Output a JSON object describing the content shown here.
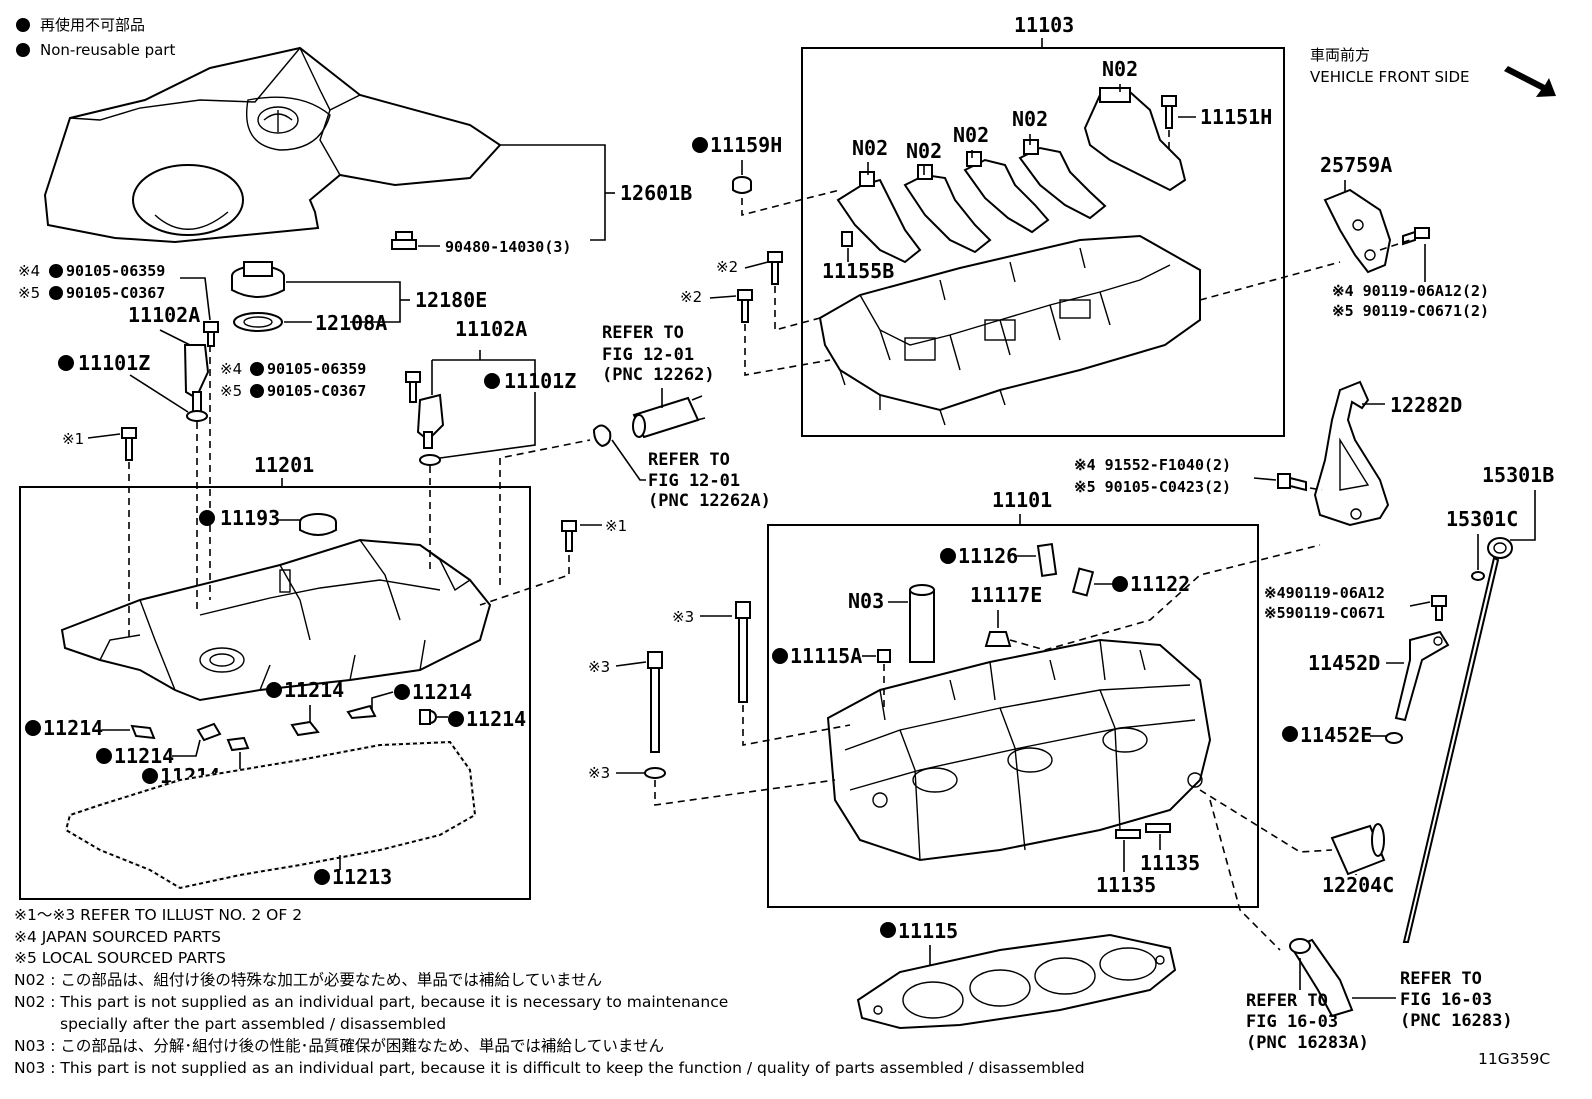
{
  "legend": {
    "non_reusable_jp": "再使用不可部品",
    "non_reusable_en": "Non-reusable part",
    "front_jp": "車両前方",
    "front_en": "VEHICLE FRONT SIDE"
  },
  "boxes": {
    "head_cover_box_label": "11103",
    "cylinder_head_cover_box_label": "11201",
    "cylinder_head_box_label": "11101"
  },
  "parts": {
    "p12601B": "12601B",
    "p90480": "90480-14030(3)",
    "p12180E": "12180E",
    "p12108A": "12108A",
    "p11102A_left": "11102A",
    "p11102A_right": "11102A",
    "p11101Z_left": "11101Z",
    "p11101Z_right": "11101Z",
    "p90105_06359_left": "※4",
    "p90105_06359_left_no": "90105-06359",
    "p90105_C0367_left": "※5",
    "p90105_C0367_left_no": "90105-C0367",
    "p90105_06359_mid": "※4",
    "p90105_06359_mid_no": "90105-06359",
    "p90105_C0367_mid": "※5",
    "p90105_C0367_mid_no": "90105-C0367",
    "mark1_a": "※1",
    "mark1_b": "※1",
    "p11193": "11193",
    "p11214_a": "11214",
    "p11214_b": "11214",
    "p11214_c": "11214",
    "p11214_d": "11214",
    "p11214_e": "11214",
    "p11214_f": "11214",
    "p11213": "11213",
    "p11159H": "11159H",
    "mark2_a": "※2",
    "mark2_b": "※2",
    "p11155B": "11155B",
    "n02_a": "N02",
    "n02_b": "N02",
    "n02_c": "N02",
    "n02_d": "N02",
    "n02_e": "N02",
    "p11151H": "11151H",
    "p25759A": "25759A",
    "p90119_06A12_2": "※4 90119-06A12(2)",
    "p90119_C0671_2": "※5 90119-C0671(2)",
    "p12282D": "12282D",
    "p91552": "※4 91552-F1040(2)",
    "p90105_C0423": "※5 90105-C0423(2)",
    "p15301B": "15301B",
    "p15301C": "15301C",
    "p90119_06A12": "※490119-06A12",
    "p90119_C0671": "※590119-C0671",
    "p11452D": "11452D",
    "p11452E": "11452E",
    "p12204C": "12204C",
    "p11126": "11126",
    "p11122": "11122",
    "n03": "N03",
    "p11117E": "11117E",
    "p11115A": "11115A",
    "mark3_a": "※3",
    "mark3_b": "※3",
    "mark3_c": "※3",
    "p11135_a": "11135",
    "p11135_b": "11135",
    "p11115": "11115"
  },
  "refs": {
    "ref1_line1": "REFER TO",
    "ref1_line2": "FIG 12-01",
    "ref1_line3": "(PNC 12262)",
    "ref2_line1": "REFER TO",
    "ref2_line2": "FIG 12-01",
    "ref2_line3": "(PNC 12262A)",
    "ref3_line1": "REFER TO",
    "ref3_line2": "FIG 16-03",
    "ref3_line3": "(PNC 16283A)",
    "ref4_line1": "REFER TO",
    "ref4_line2": "FIG 16-03",
    "ref4_line3": "(PNC 16283)"
  },
  "notes": {
    "n1": "※1～※3  REFER TO ILLUST NO. 2 OF 2",
    "n2": "※4 JAPAN SOURCED PARTS",
    "n3": "※5 LOCAL SOURCED PARTS",
    "n4": "N02 : この部品は、組付け後の特殊な加工が必要なため、単品では補給していません",
    "n5": "N02 : This part is not supplied as an individual part, because it is necessary to maintenance",
    "n6": "specially after the part assembled / disassembled",
    "n7": "N03 : この部品は、分解･組付け後の性能･品質確保が困難なため、単品では補給していません",
    "n8": "N03 : This part is not supplied as an individual part, because it is difficult to keep the function / quality of parts  assembled / disassembled",
    "illust_id": "11G359C"
  }
}
